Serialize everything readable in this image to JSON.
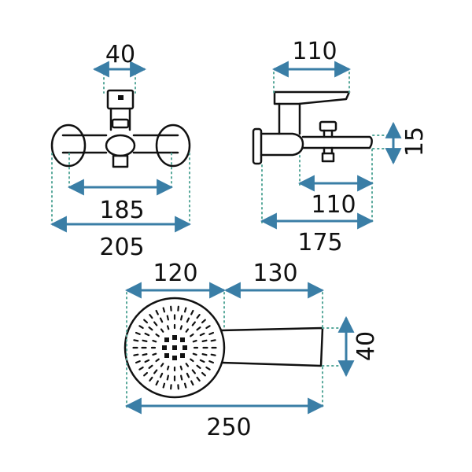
{
  "colors": {
    "ink": "#111111",
    "dimension": "#3a7ea6",
    "guide": "#57a89a",
    "background": "#ffffff"
  },
  "front_view": {
    "top_width": "40",
    "inner_width": "185",
    "outer_width": "205"
  },
  "side_view": {
    "top_width": "110",
    "spout_height": "15",
    "spout_length": "110",
    "total_depth": "175"
  },
  "hand_shower": {
    "head_width": "120",
    "handle_length": "130",
    "handle_height": "40",
    "total_length": "250"
  }
}
